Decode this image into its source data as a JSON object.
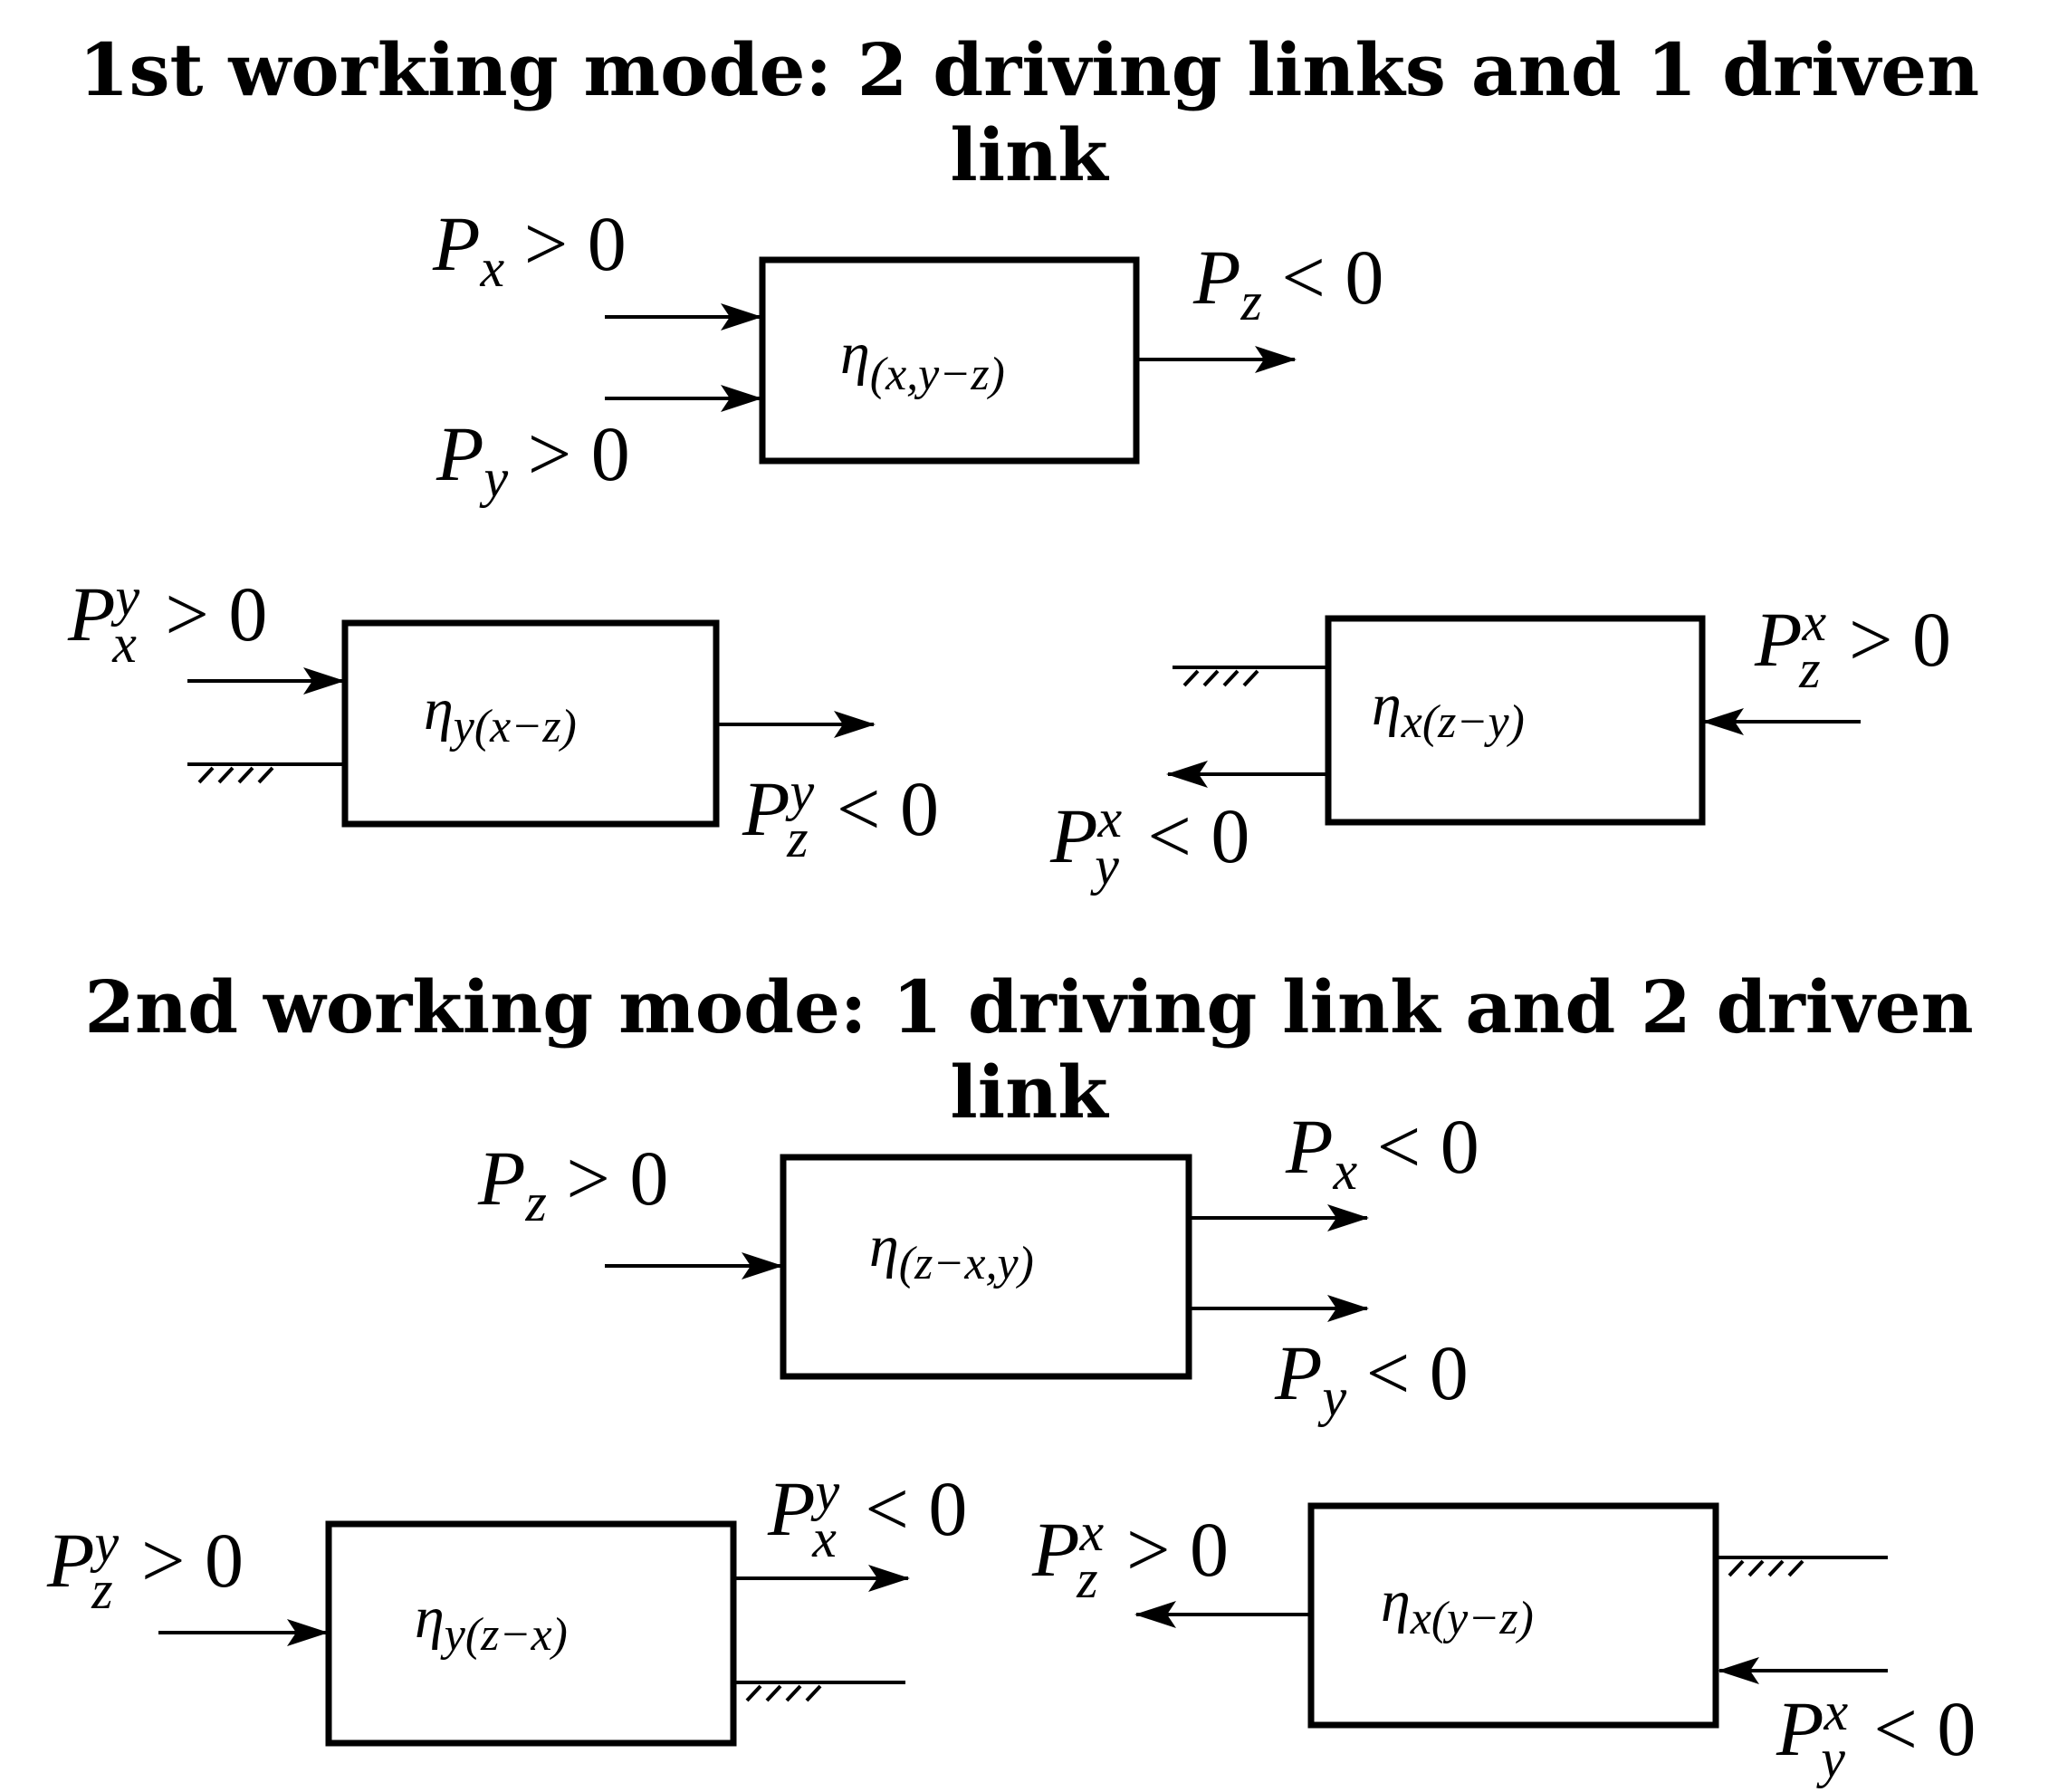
{
  "titles": {
    "mode1": "1st working mode: 2 driving links and 1 driven link",
    "mode2": "2nd working mode: 1 driving link and 2 driven link"
  },
  "symbols": {
    "power": "P",
    "efficiency": "η"
  },
  "mode1": {
    "main": {
      "eta_sub": "(x,y−z)",
      "inputs": [
        {
          "sub": "x",
          "rel": " > 0"
        },
        {
          "sub": "y",
          "rel": " > 0"
        }
      ],
      "output": {
        "sub": "z",
        "rel": " < 0"
      }
    },
    "left": {
      "eta_sub": "y(x−z)",
      "input": {
        "sub": "x",
        "sup": "y",
        "rel": " > 0"
      },
      "output": {
        "sub": "z",
        "sup": "y",
        "rel": " < 0"
      }
    },
    "right": {
      "eta_sub": "x(z−y)",
      "input": {
        "sub": "z",
        "sup": "x",
        "rel": " > 0"
      },
      "output": {
        "sub": "y",
        "sup": "x",
        "rel": " < 0"
      }
    }
  },
  "mode2": {
    "main": {
      "eta_sub": "(z−x,y)",
      "input": {
        "sub": "z",
        "rel": " > 0"
      },
      "outputs": [
        {
          "sub": "x",
          "rel": " < 0"
        },
        {
          "sub": "y",
          "rel": " < 0"
        }
      ]
    },
    "left": {
      "eta_sub": "y(z−x)",
      "input": {
        "sub": "z",
        "sup": "y",
        "rel": " > 0"
      },
      "output": {
        "sub": "x",
        "sup": "y",
        "rel": " < 0"
      }
    },
    "right": {
      "eta_sub": "x(y−z)",
      "input": {
        "sub": "z",
        "sup": "x",
        "rel": " > 0"
      },
      "output": {
        "sub": "y",
        "sup": "x",
        "rel": " < 0"
      }
    }
  }
}
